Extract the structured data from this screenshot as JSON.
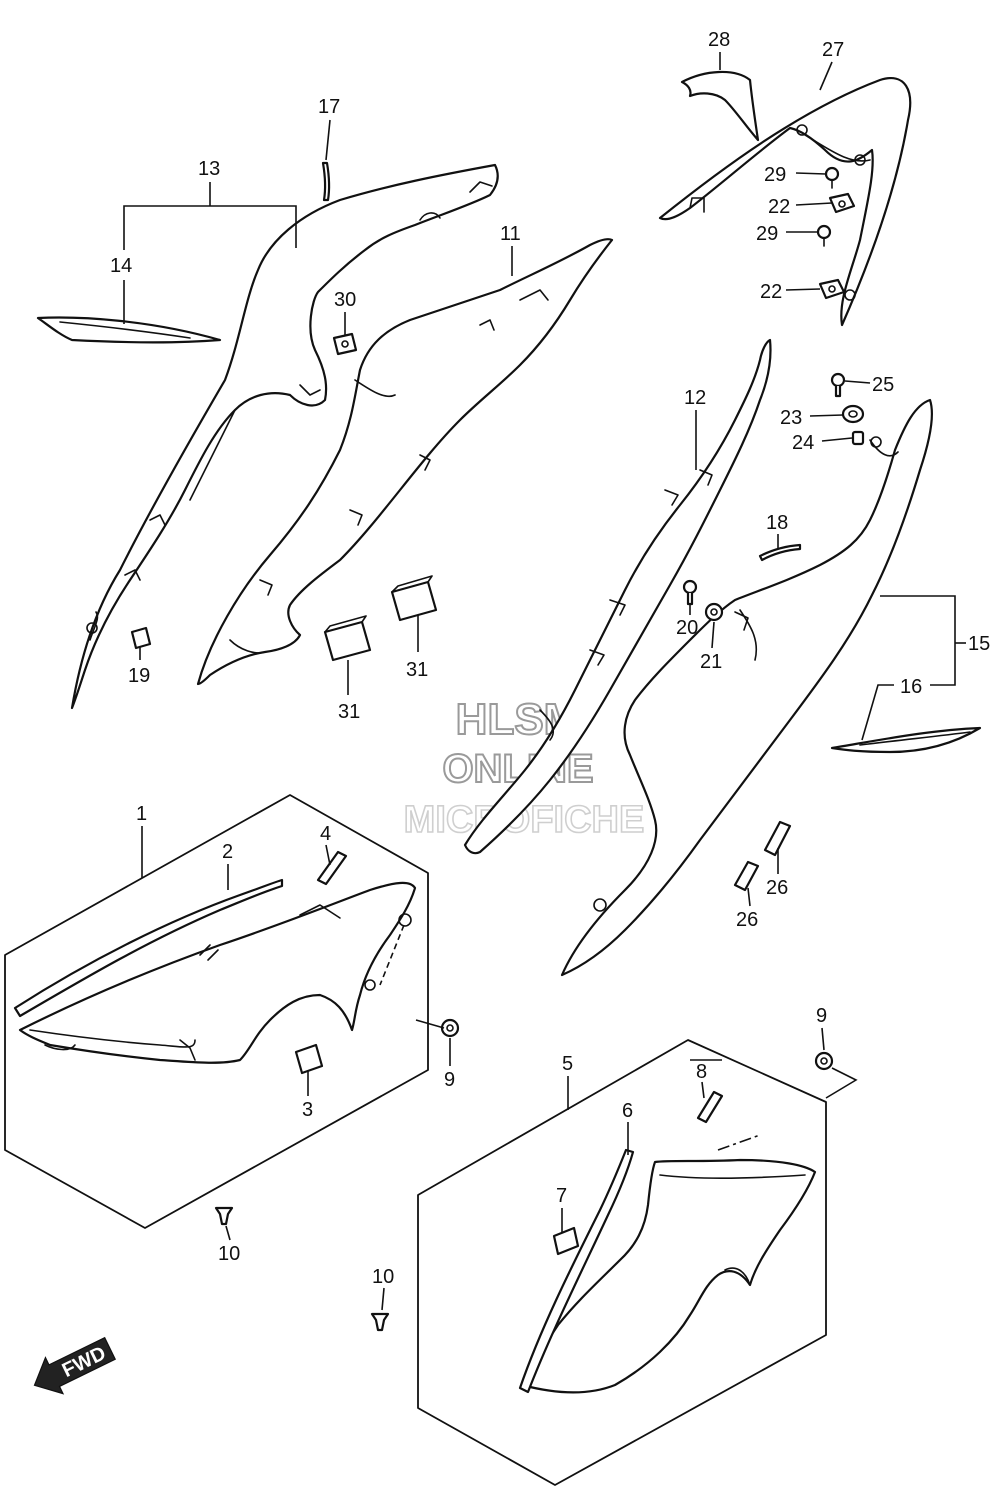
{
  "labels": {
    "p1": "1",
    "p2": "2",
    "p3": "3",
    "p4": "4",
    "p5": "5",
    "p6": "6",
    "p7": "7",
    "p8": "8",
    "p9a": "9",
    "p9b": "9",
    "p10a": "10",
    "p10b": "10",
    "p11": "11",
    "p12": "12",
    "p13": "13",
    "p14": "14",
    "p15": "15",
    "p16": "16",
    "p17": "17",
    "p18": "18",
    "p19": "19",
    "p20": "20",
    "p21": "21",
    "p22a": "22",
    "p22b": "22",
    "p23": "23",
    "p24": "24",
    "p25": "25",
    "p26a": "26",
    "p26b": "26",
    "p27": "27",
    "p28": "28",
    "p29a": "29",
    "p29b": "29",
    "p30": "30",
    "p31a": "31",
    "p31b": "31"
  },
  "watermark": {
    "line1": "HLSM",
    "line2": "ONLINE",
    "line3": "MICROFICHE"
  },
  "fwd_label": "FWD"
}
